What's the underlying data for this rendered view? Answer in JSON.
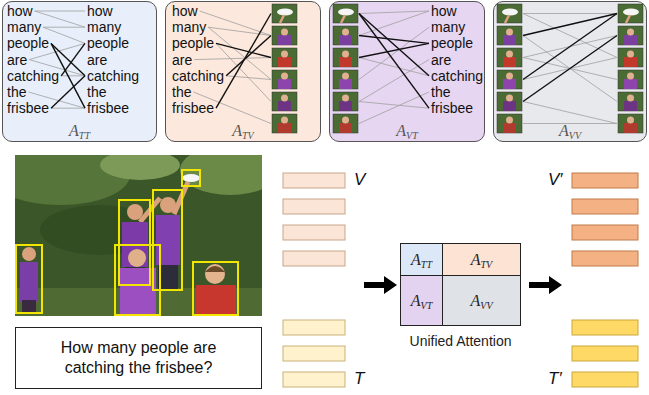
{
  "diagram": {
    "nodes": [
      {
        "text": [
          "ATT"
        ]
      },
      {
        "text": [
          "ATV"
        ]
      },
      {
        "text": [
          "AVT"
        ]
      },
      {
        "text": [
          "AVV"
        ]
      },
      {
        "text": [
          "How many people are catching the frisbee?"
        ]
      },
      {
        "text": [
          "Unified Attention"
        ]
      },
      {
        "text": [
          "ATT"
        ],
        "in": 5
      },
      {
        "text": [
          "ATV"
        ],
        "in": 5
      },
      {
        "text": [
          "AVT"
        ],
        "in": 5
      },
      {
        "text": [
          "AVV"
        ],
        "in": 5
      }
    ],
    "labels": [
      "how",
      "many",
      "people",
      "are",
      "catching",
      "the",
      "frisbee",
      "how",
      "many",
      "people",
      "are",
      "catching",
      "the",
      "frisbee",
      "how",
      "many",
      "people",
      "are",
      "catching",
      "the",
      "frisbee",
      "how",
      "many",
      "people",
      "are",
      "catching",
      "the",
      "frisbee",
      "V",
      "T",
      "V′",
      "T′"
    ]
  }
}
